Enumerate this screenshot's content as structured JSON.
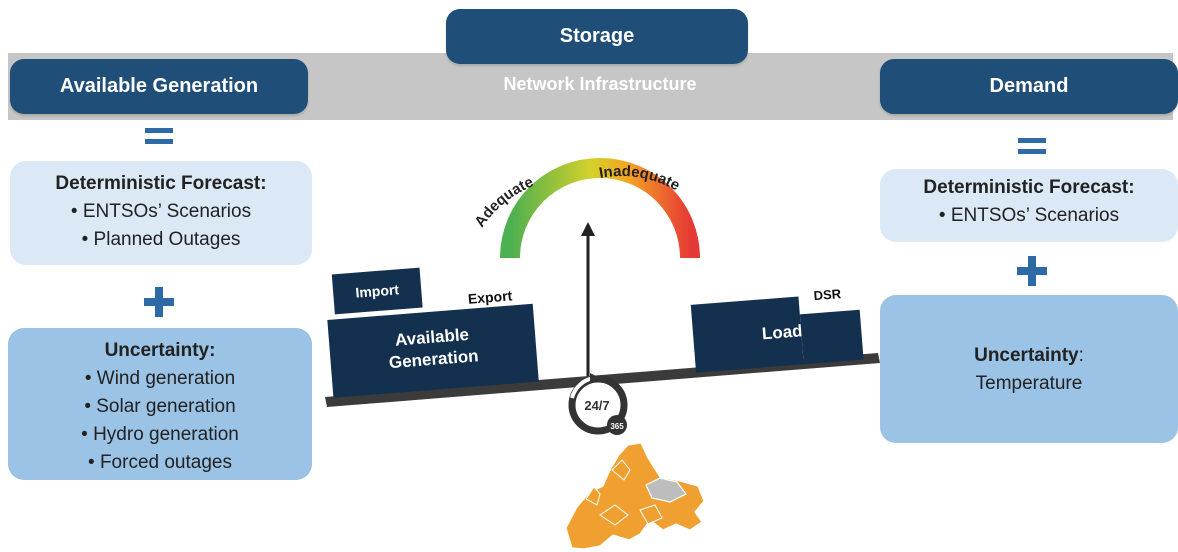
{
  "top": {
    "storage": "Storage",
    "network": "Network Infrastructure"
  },
  "left": {
    "header": "Available Generation",
    "forecast_title": "Deterministic Forecast:",
    "forecast_items": [
      "ENTSOs’ Scenarios",
      "Planned Outages"
    ],
    "uncertainty_title": "Uncertainty:",
    "uncertainty_items": [
      "Wind generation",
      "Solar generation",
      "Hydro generation",
      "Forced outages"
    ]
  },
  "right": {
    "header": "Demand",
    "forecast_title": "Deterministic Forecast:",
    "forecast_items": [
      "ENTSOs’ Scenarios"
    ],
    "uncertainty_title": "Uncertainty",
    "uncertainty_sep": ":",
    "uncertainty_item": "Temperature"
  },
  "scale": {
    "gauge_left": "Adequate",
    "gauge_right": "Inadequate",
    "import": "Import",
    "export": "Export",
    "avail_line1": "Available",
    "avail_line2": "Generation",
    "load": "Load",
    "dsr": "DSR",
    "clock_main": "24/7",
    "clock_sub": "365"
  },
  "colors": {
    "navy": "#1f4e79",
    "scale_box": "#14304f",
    "map_orange": "#f0a030",
    "gauge_green": "#4caf50",
    "gauge_red": "#e53935"
  }
}
